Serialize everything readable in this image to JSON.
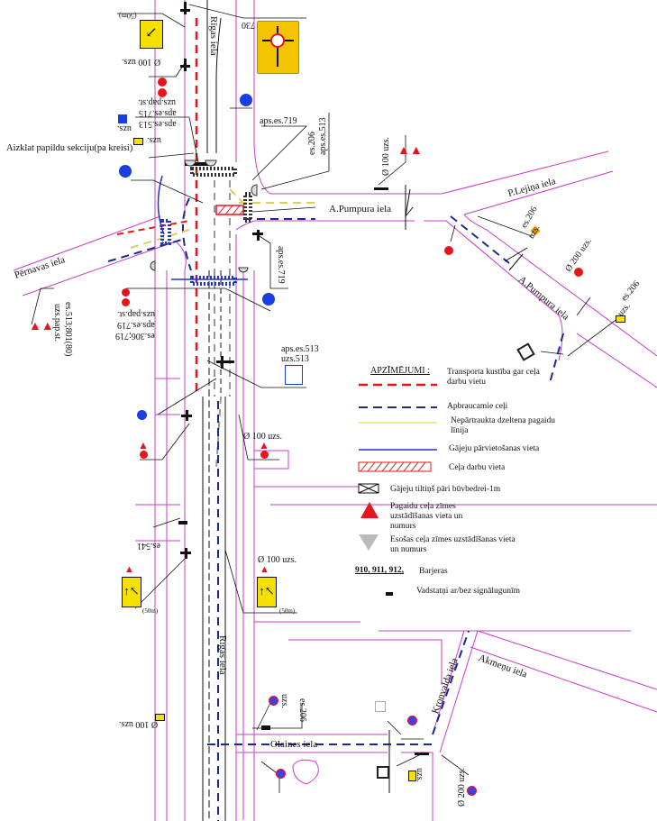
{
  "streets": {
    "rigas_top": "Rīgas iela",
    "rigas_bottom": "Rīgas iela",
    "pernavas": "Pērnavas iela",
    "pumpura_h": "A.Pumpura iela",
    "pumpura_d": "A.Pumpura iela",
    "lejina": "P.Lejiņa iela",
    "olaines": "Olaines iela",
    "kronvalda": "Kronvalda iela",
    "akmenu": "Akmeņu iela"
  },
  "annotations": {
    "top_50m": "(50m)",
    "top_d100": "Ø 100 uzs.",
    "sign_730": "730",
    "uzs_pap_st_1": "uzs.pap.st.",
    "aps_es_715": "aps.es.715",
    "aps_es_513_1": "aps.es.513",
    "uzs_1": "uzs.",
    "uzs_2": "uzs.",
    "aizklat": "Aizklat papildu sekciju(pa kreisi)",
    "aps_es_719_1": "aps.es.719",
    "es_206_1": "es.206",
    "aps_es_513_2": "aps.es.513",
    "d100_right": "Ø 100 uzs.",
    "aps_es_719_2": "aps.es.719",
    "es_513_801": "es.513;801(80)",
    "uzs_pap_st_2": "uzs.pap.st.",
    "uzs_pap_st_3": "uzs.pap.st.",
    "aps_es_719_3": "aps.es.719",
    "es_306_719": "es.306;719",
    "aps_es_513_3": "aps.es.513",
    "uzs_513": "uzs.513",
    "es_206_2": "es.206",
    "uzs_3": "uzs.",
    "d200_1": "Ø 200 uzs.",
    "es_206_3": "es.206",
    "uzs_4": "uzs.",
    "d100_mid": "Ø 100 uzs.",
    "es_541": "es.541",
    "d100_lower": "Ø 100 uzs.",
    "left_50m": "(50m)",
    "right_50m": "(50m)",
    "d100_bottom": "Ø 100 uzs.",
    "es_206_4": "es.206",
    "uzs_5": "uzs.",
    "uzs_6": "uzs.",
    "d200_2": "Ø 200 uzs."
  },
  "legend": {
    "title": "APZĪMĒJUMI :",
    "items": [
      {
        "label": "Transporta kustība gar ceļa darbu vietu",
        "color": "#e8141c"
      },
      {
        "label": "Apbraucamie ceļi",
        "color": "#1c2a8c"
      },
      {
        "label": "Nepārtraukta dzeltena pagaidu līnija",
        "color": "#e8e070"
      },
      {
        "label": "Gājeju pārvietošanas vieta",
        "color": "#2233cc"
      },
      {
        "label": "Ceļa darbu vieta",
        "color": "#e8141c"
      },
      {
        "label": "Gājeju tiltiņš pāri būvbedrei-1m"
      },
      {
        "label": "Pagaidu ceļa zīmes uzstādīšanas vieta un numurs"
      },
      {
        "label": "Esošas ceļa zīmes uzstādīšanas vieta un numurs"
      },
      {
        "label": "Barjeras",
        "symbol": "910, 911, 912,"
      },
      {
        "label": "Vadstatņi ar/bez signālugunīm"
      }
    ]
  },
  "colors": {
    "road": "#c83cc8",
    "work": "#e8141c",
    "detour": "#1c2a8c",
    "temp_line": "#d8d060",
    "ped": "#2233cc",
    "sign_yellow": "#f5e000"
  }
}
